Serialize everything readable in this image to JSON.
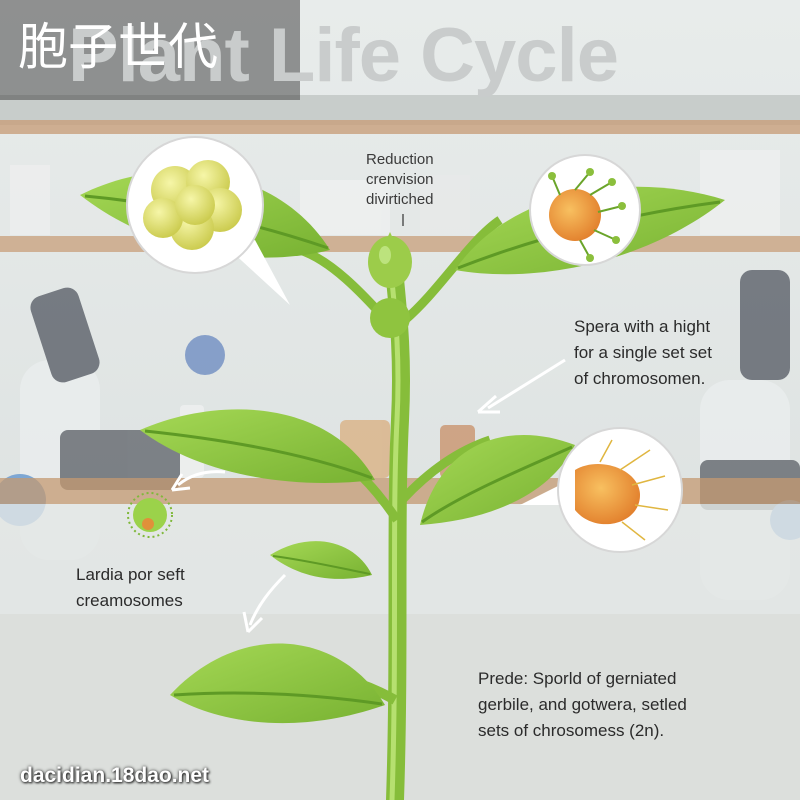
{
  "header": {
    "title": "Plant Life Cycle",
    "cn_title": "胞子世代"
  },
  "callouts": {
    "top": [
      "Reduction",
      "crenvision",
      "divirtiched"
    ],
    "right": [
      "Spera with a hight",
      "for a single set set",
      "of chromosomen."
    ],
    "left": [
      "Lardia por seft",
      "creamosomes"
    ],
    "bottom": [
      "Prede: Sporld of gerniated",
      "gerbile, and gotwera, setled",
      "sets of chrosomess (2n)."
    ]
  },
  "footer": {
    "watermark": "dacidian.18dao.net"
  },
  "colors": {
    "leaf": "#8cc63f",
    "leaf_dark": "#6fa82e",
    "stem": "#86bd3a",
    "spore_yellow": "#e2e26a",
    "spore_orange": "#f0a240",
    "spore_green": "#8bbf3c",
    "background": "#dfe3e2",
    "shelf": "#c89f7a"
  }
}
